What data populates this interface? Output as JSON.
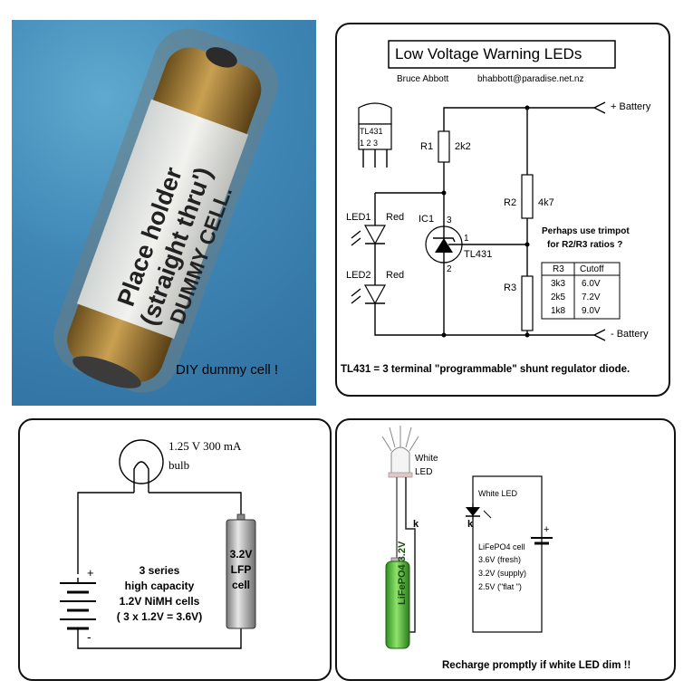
{
  "photo": {
    "label_lines": [
      "Place holder",
      "(straight thru')",
      "DUMMY CELL."
    ],
    "caption": "DIY dummy cell !"
  },
  "circuit": {
    "title": "Low Voltage Warning LEDs",
    "author": "Bruce Abbott",
    "email": "bhabbott@paradise.net.nz",
    "battery_plus": "+ Battery",
    "battery_minus": "- Battery",
    "pkg_label": "TL431",
    "pkg_pins": "1  2  3",
    "r1": "R1",
    "r1_val": "2k2",
    "r2": "R2",
    "r2_val": "4k7",
    "r3": "R3",
    "led1": "LED1",
    "led1_color": "Red",
    "led2": "LED2",
    "led2_color": "Red",
    "ic1": "IC1",
    "ic_part": "TL431",
    "pin1": "1",
    "pin2": "2",
    "pin3": "3",
    "note_line1": "Perhaps use trimpot",
    "note_line2": "for  R2/R3 ratios ?",
    "table": {
      "headers": [
        "R3",
        "Cutoff"
      ],
      "rows": [
        [
          "3k3",
          "6.0V"
        ],
        [
          "2k5",
          "7.2V"
        ],
        [
          "1k8",
          "9.0V"
        ]
      ]
    },
    "footer": "TL431 = 3 terminal \"programmable\" shunt regulator diode."
  },
  "bulb_test": {
    "bulb_line1": "1.25 V 300 mA",
    "bulb_line2": "bulb",
    "plus": "+",
    "minus": "-",
    "cells_lines": [
      "3 series",
      "high capacity",
      "1.2V NiMH cells",
      "( 3 x 1.2V = 3.6V)"
    ],
    "lfp_line1": "3.2V",
    "lfp_line2": "LFP",
    "lfp_line3": "cell"
  },
  "led_test": {
    "white_led_line1": "White",
    "white_led_line2": "LED",
    "k_label": "k",
    "cell_text": "LiFePO4  3.2V",
    "box_led_label": "White LED",
    "box_k": "k",
    "box_plus": "+",
    "box_cell_title": "LiFePO4 cell",
    "box_lines": [
      "3.6V (fresh)",
      "3.2V (supply)",
      "2.5V (\"flat \")"
    ],
    "footer": "Recharge promptly if white LED dim !!"
  }
}
